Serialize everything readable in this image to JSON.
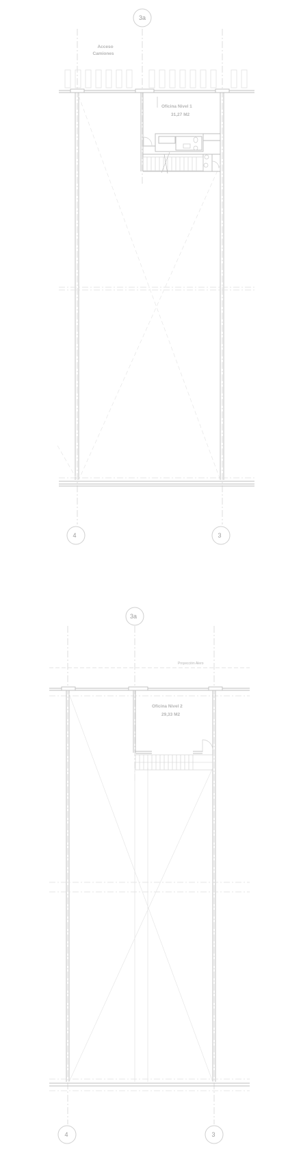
{
  "plan_upper": {
    "grid_top_label": "3a",
    "grid_left_label": "4",
    "grid_right_label": "3",
    "access_label_line1": "Acceso",
    "access_label_line2": "Camiones",
    "office_name": "Oficina Nivel 1",
    "office_area": "31,27 M2"
  },
  "plan_lower": {
    "grid_top_label": "3a",
    "grid_left_label": "4",
    "grid_right_label": "3",
    "projection_label": "Proyección Alero",
    "office_name": "Oficina Nivel 2",
    "office_area": "29,33 M2"
  },
  "colors": {
    "line": "#c8c8c8",
    "line_dark": "#a9a9a9",
    "grid": "#d9d9d9",
    "text": "#b4b4b4"
  }
}
